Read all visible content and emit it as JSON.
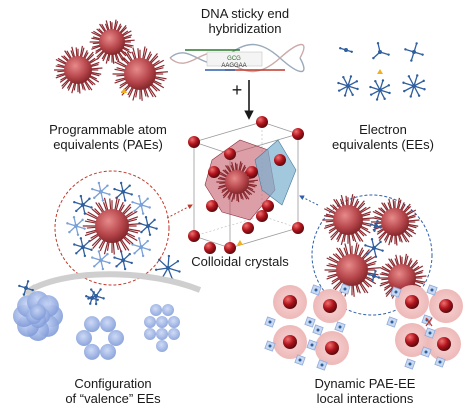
{
  "labels": {
    "dna_title_line1": "DNA sticky end",
    "dna_title_line2": "hybridization",
    "dna_seq_top": "GCG",
    "dna_seq_bottom": "AAGGAA",
    "pae_line1": "Programmable atom",
    "pae_line2": "equivalents (PAEs)",
    "ee_line1": "Electron",
    "ee_line2": "equivalents (EEs)",
    "colloidal": "Colloidal crystals",
    "config_line1": "Configuration",
    "config_line2": "of “valence” EEs",
    "dynamic_line1": "Dynamic PAE-EE",
    "dynamic_line2": "local interactions",
    "plus": "+"
  },
  "colors": {
    "pae_red": "#b5454a",
    "pae_dark": "#8a2a30",
    "ee_blue": "#2f5f9e",
    "ee_light": "#7aa0d8",
    "crystal_node": "#a8161e",
    "polyhedron_red": "#c05060",
    "polyhedron_blue": "#7ab0d0",
    "dashed_red": "#c0392b",
    "dashed_blue": "#2f5fa8",
    "marker_yellow": "#f0b020",
    "halo_pink": "#f2c8c8",
    "lattice_blue": "#8fa9dd"
  }
}
